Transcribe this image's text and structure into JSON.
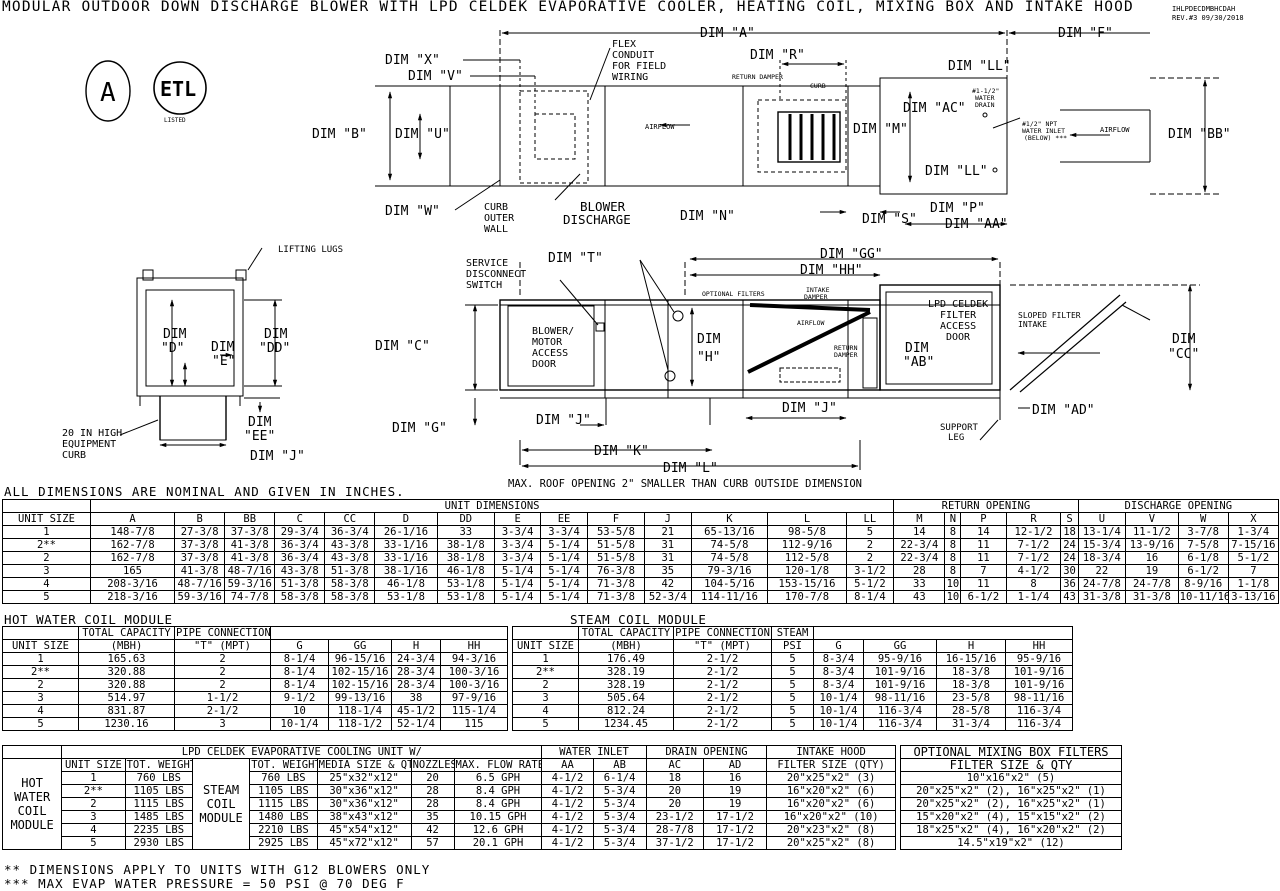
{
  "header": {
    "title": "MODULAR OUTDOOR DOWN DISCHARGE BLOWER WITH LPD CELDEK EVAPORATIVE COOLER, HEATING COIL, MIXING BOX AND INTAKE HOOD",
    "drawing_no": "IHLPDECDMBHCDAH",
    "revision": "REV.#3 09/30/2018"
  },
  "logo": {
    "letters": "ETL",
    "caption": "LISTED",
    "mark": "A"
  },
  "top_view": {
    "dims": [
      "DIM \"A\"",
      "DIM \"F\"",
      "DIM \"X\"",
      "DIM \"V\"",
      "DIM \"B\"",
      "DIM \"U\"",
      "DIM \"W\"",
      "DIM \"R\"",
      "DIM \"LL\"",
      "DIM \"AC\"",
      "DIM \"M\"",
      "DIM \"BB\"",
      "DIM \"LL\"",
      "DIM \"N\"",
      "DIM \"S\"",
      "DIM \"P\"",
      "DIM \"AA\""
    ],
    "notes": {
      "flex": [
        "FLEX",
        "CONDUIT",
        "FOR FIELD",
        "WIRING"
      ],
      "return_damper": "RETURN DAMPER",
      "curb": "CURB",
      "airflow": "AIRFLOW",
      "airflow2": "AIRFLOW",
      "drain": [
        "#1-1/2\"",
        "WATER",
        "DRAIN"
      ],
      "inlet": [
        "#1/2\" NPT",
        "WATER INLET",
        "(BELOW) ***"
      ],
      "curb_outer": [
        "CURB",
        "OUTER",
        "WALL"
      ],
      "blower_discharge": [
        "BLOWER",
        "DISCHARGE"
      ]
    }
  },
  "end_view": {
    "dims": [
      "DIM",
      "\"D\"",
      "DIM",
      "\"E\"",
      "DIM",
      "\"DD\"",
      "DIM",
      "\"EE\"",
      "DIM \"J\""
    ],
    "notes": {
      "lifting": "LIFTING LUGS",
      "curb": [
        "20 IN HIGH",
        "EQUIPMENT",
        "CURB"
      ]
    }
  },
  "side_view": {
    "dims": [
      "DIM \"GG\"",
      "DIM \"HH\"",
      "DIM \"T\"",
      "DIM \"C\"",
      "DIM",
      "\"H\"",
      "DIM",
      "\"AB\"",
      "DIM",
      "\"CC\"",
      "DIM \"G\"",
      "DIM \"J\"",
      "DIM \"J\"",
      "DIM \"K\"",
      "DIM \"L\"",
      "DIM \"AD\""
    ],
    "notes": {
      "service": [
        "SERVICE",
        "DISCONNECT",
        "SWITCH"
      ],
      "optional_filters": "OPTIONAL FILTERS",
      "intake_damper": [
        "INTAKE",
        "DAMPER"
      ],
      "airflow": "AIRFLOW",
      "return_damper": [
        "RETURN",
        "DAMPER"
      ],
      "blower_door": [
        "BLOWER/",
        "MOTOR",
        "ACCESS",
        "DOOR"
      ],
      "filter_door": [
        "LPD CELDEK",
        "FILTER",
        "ACCESS",
        "DOOR"
      ],
      "sloped": [
        "SLOPED FILTER",
        "INTAKE"
      ],
      "support": [
        "SUPPORT",
        "LEG"
      ],
      "roof_note": "MAX. ROOF OPENING 2\" SMALLER THAN CURB OUTSIDE DIMENSION"
    }
  },
  "nominal_note": "ALL DIMENSIONS ARE NOMINAL AND GIVEN IN INCHES.",
  "dim_table": {
    "group_headers": [
      "UNIT DIMENSIONS",
      "RETURN OPENING",
      "DISCHARGE OPENING"
    ],
    "columns": [
      "UNIT SIZE",
      "A",
      "B",
      "BB",
      "C",
      "CC",
      "D",
      "DD",
      "E",
      "EE",
      "F",
      "J",
      "K",
      "L",
      "LL",
      "M",
      "N",
      "P",
      "R",
      "S",
      "U",
      "V",
      "W",
      "X"
    ],
    "rows": [
      [
        "1",
        "148-7/8",
        "27-3/8",
        "37-3/8",
        "29-3/4",
        "36-3/4",
        "26-1/16",
        "33",
        "3-3/4",
        "3-3/4",
        "53-5/8",
        "21",
        "65-13/16",
        "98-5/8",
        "5",
        "14",
        "8",
        "14",
        "12-1/2",
        "18",
        "13-1/4",
        "11-1/2",
        "3-7/8",
        "1-3/4"
      ],
      [
        "2**",
        "162-7/8",
        "37-3/8",
        "41-3/8",
        "36-3/4",
        "43-3/8",
        "33-1/16",
        "38-1/8",
        "3-3/4",
        "5-1/4",
        "51-5/8",
        "31",
        "74-5/8",
        "112-9/16",
        "2",
        "22-3/4",
        "8",
        "11",
        "7-1/2",
        "24",
        "15-3/4",
        "13-9/16",
        "7-5/8",
        "7-15/16"
      ],
      [
        "2",
        "162-7/8",
        "37-3/8",
        "41-3/8",
        "36-3/4",
        "43-3/8",
        "33-1/16",
        "38-1/8",
        "3-3/4",
        "5-1/4",
        "51-5/8",
        "31",
        "74-5/8",
        "112-5/8",
        "2",
        "22-3/4",
        "8",
        "11",
        "7-1/2",
        "24",
        "18-3/4",
        "16",
        "6-1/8",
        "5-1/2"
      ],
      [
        "3",
        "165",
        "41-3/8",
        "48-7/16",
        "43-3/8",
        "51-3/8",
        "38-1/16",
        "46-1/8",
        "5-1/4",
        "5-1/4",
        "76-3/8",
        "35",
        "79-3/16",
        "120-1/8",
        "3-1/2",
        "28",
        "8",
        "7",
        "4-1/2",
        "30",
        "22",
        "19",
        "6-1/2",
        "7"
      ],
      [
        "4",
        "208-3/16",
        "48-7/16",
        "59-3/16",
        "51-3/8",
        "58-3/8",
        "46-1/8",
        "53-1/8",
        "5-1/4",
        "5-1/4",
        "71-3/8",
        "42",
        "104-5/16",
        "153-15/16",
        "5-1/2",
        "33",
        "10",
        "11",
        "8",
        "36",
        "24-7/8",
        "24-7/8",
        "8-9/16",
        "1-1/8"
      ],
      [
        "5",
        "218-3/16",
        "59-3/16",
        "74-7/8",
        "58-3/8",
        "58-3/8",
        "53-1/8",
        "53-1/8",
        "5-1/4",
        "5-1/4",
        "71-3/8",
        "52-3/4",
        "114-11/16",
        "170-7/8",
        "8-1/4",
        "43",
        "10",
        "6-1/2",
        "1-1/4",
        "43",
        "31-3/8",
        "31-3/8",
        "10-11/16",
        "3-13/16"
      ]
    ]
  },
  "hot_water": {
    "title": "HOT WATER COIL MODULE",
    "head1": [
      "TOTAL CAPACITY",
      "PIPE CONNECTION"
    ],
    "columns": [
      "UNIT SIZE",
      "(MBH)",
      "\"T\" (MPT)",
      "G",
      "GG",
      "H",
      "HH"
    ],
    "rows": [
      [
        "1",
        "165.63",
        "2",
        "8-1/4",
        "96-15/16",
        "24-3/4",
        "94-3/16"
      ],
      [
        "2**",
        "320.88",
        "2",
        "8-1/4",
        "102-15/16",
        "28-3/4",
        "100-3/16"
      ],
      [
        "2",
        "320.88",
        "2",
        "8-1/4",
        "102-15/16",
        "28-3/4",
        "100-3/16"
      ],
      [
        "3",
        "514.97",
        "1-1/2",
        "9-1/2",
        "99-13/16",
        "38",
        "97-9/16"
      ],
      [
        "4",
        "831.87",
        "2-1/2",
        "10",
        "118-1/4",
        "45-1/2",
        "115-1/4"
      ],
      [
        "5",
        "1230.16",
        "3",
        "10-1/4",
        "118-1/2",
        "52-1/4",
        "115"
      ]
    ]
  },
  "steam": {
    "title": "STEAM COIL MODULE",
    "head1": [
      "TOTAL CAPACITY",
      "PIPE CONNECTION",
      "STEAM"
    ],
    "columns": [
      "UNIT SIZE",
      "(MBH)",
      "\"T\" (MPT)",
      "PSI",
      "G",
      "GG",
      "H",
      "HH"
    ],
    "rows": [
      [
        "1",
        "176.49",
        "2-1/2",
        "5",
        "8-3/4",
        "95-9/16",
        "16-15/16",
        "95-9/16"
      ],
      [
        "2**",
        "328.19",
        "2-1/2",
        "5",
        "8-3/4",
        "101-9/16",
        "18-3/8",
        "101-9/16"
      ],
      [
        "2",
        "328.19",
        "2-1/2",
        "5",
        "8-3/4",
        "101-9/16",
        "18-3/8",
        "101-9/16"
      ],
      [
        "3",
        "505.64",
        "2-1/2",
        "5",
        "10-1/4",
        "98-11/16",
        "23-5/8",
        "98-11/16"
      ],
      [
        "4",
        "812.24",
        "2-1/2",
        "5",
        "10-1/4",
        "116-3/4",
        "28-5/8",
        "116-3/4"
      ],
      [
        "5",
        "1234.45",
        "2-1/2",
        "5",
        "10-1/4",
        "116-3/4",
        "31-3/4",
        "116-3/4"
      ]
    ]
  },
  "lpd": {
    "title": "LPD CELDEK EVAPORATIVE COOLING UNIT W/",
    "groups": [
      "WATER INLET",
      "DRAIN OPENING",
      "INTAKE HOOD"
    ],
    "hot_label": [
      "HOT",
      "WATER",
      "COIL",
      "MODULE"
    ],
    "steam_label": [
      "STEAM",
      "COIL",
      "MODULE"
    ],
    "columns_hot": [
      "UNIT SIZE",
      "TOT. WEIGHT"
    ],
    "columns_steam": [
      "TOT. WEIGHT",
      "MEDIA SIZE & QTY",
      "NOZZLES",
      "MAX. FLOW RATE",
      "AA",
      "AB",
      "AC",
      "AD",
      "FILTER SIZE (QTY)"
    ],
    "rows": [
      [
        "1",
        "760 LBS",
        "760 LBS",
        "25\"x32\"x12\"",
        "20",
        "6.5 GPH",
        "4-1/2",
        "6-1/4",
        "18",
        "16",
        "20\"x25\"x2\" (3)"
      ],
      [
        "2**",
        "1105 LBS",
        "1105 LBS",
        "30\"x36\"x12\"",
        "28",
        "8.4 GPH",
        "4-1/2",
        "5-3/4",
        "20",
        "19",
        "16\"x20\"x2\" (6)"
      ],
      [
        "2",
        "1115 LBS",
        "1115 LBS",
        "30\"x36\"x12\"",
        "28",
        "8.4 GPH",
        "4-1/2",
        "5-3/4",
        "20",
        "19",
        "16\"x20\"x2\" (6)"
      ],
      [
        "3",
        "1485 LBS",
        "1480 LBS",
        "38\"x43\"x12\"",
        "35",
        "10.15 GPH",
        "4-1/2",
        "5-3/4",
        "23-1/2",
        "17-1/2",
        "16\"x20\"x2\" (10)"
      ],
      [
        "4",
        "2235 LBS",
        "2210 LBS",
        "45\"x54\"x12\"",
        "42",
        "12.6 GPH",
        "4-1/2",
        "5-3/4",
        "28-7/8",
        "17-1/2",
        "20\"x23\"x2\" (8)"
      ],
      [
        "5",
        "2930 LBS",
        "2925 LBS",
        "45\"x72\"x12\"",
        "57",
        "20.1 GPH",
        "4-1/2",
        "5-3/4",
        "37-1/2",
        "17-1/2",
        "20\"x25\"x2\" (8)"
      ]
    ]
  },
  "mixing": {
    "title": "OPTIONAL MIXING BOX FILTERS",
    "column": "FILTER SIZE & QTY",
    "rows": [
      "10\"x16\"x2\" (5)",
      "20\"x25\"x2\" (2), 16\"x25\"x2\" (1)",
      "20\"x25\"x2\" (2), 16\"x25\"x2\" (1)",
      "15\"x20\"x2\" (4), 15\"x15\"x2\" (2)",
      "18\"x25\"x2\" (4), 16\"x20\"x2\" (2)",
      "14.5\"x19\"x2\" (12)"
    ]
  },
  "footnotes": [
    "** DIMENSIONS APPLY TO UNITS WITH G12 BLOWERS ONLY",
    "*** MAX EVAP WATER PRESSURE = 50 PSI @ 70 DEG F"
  ]
}
